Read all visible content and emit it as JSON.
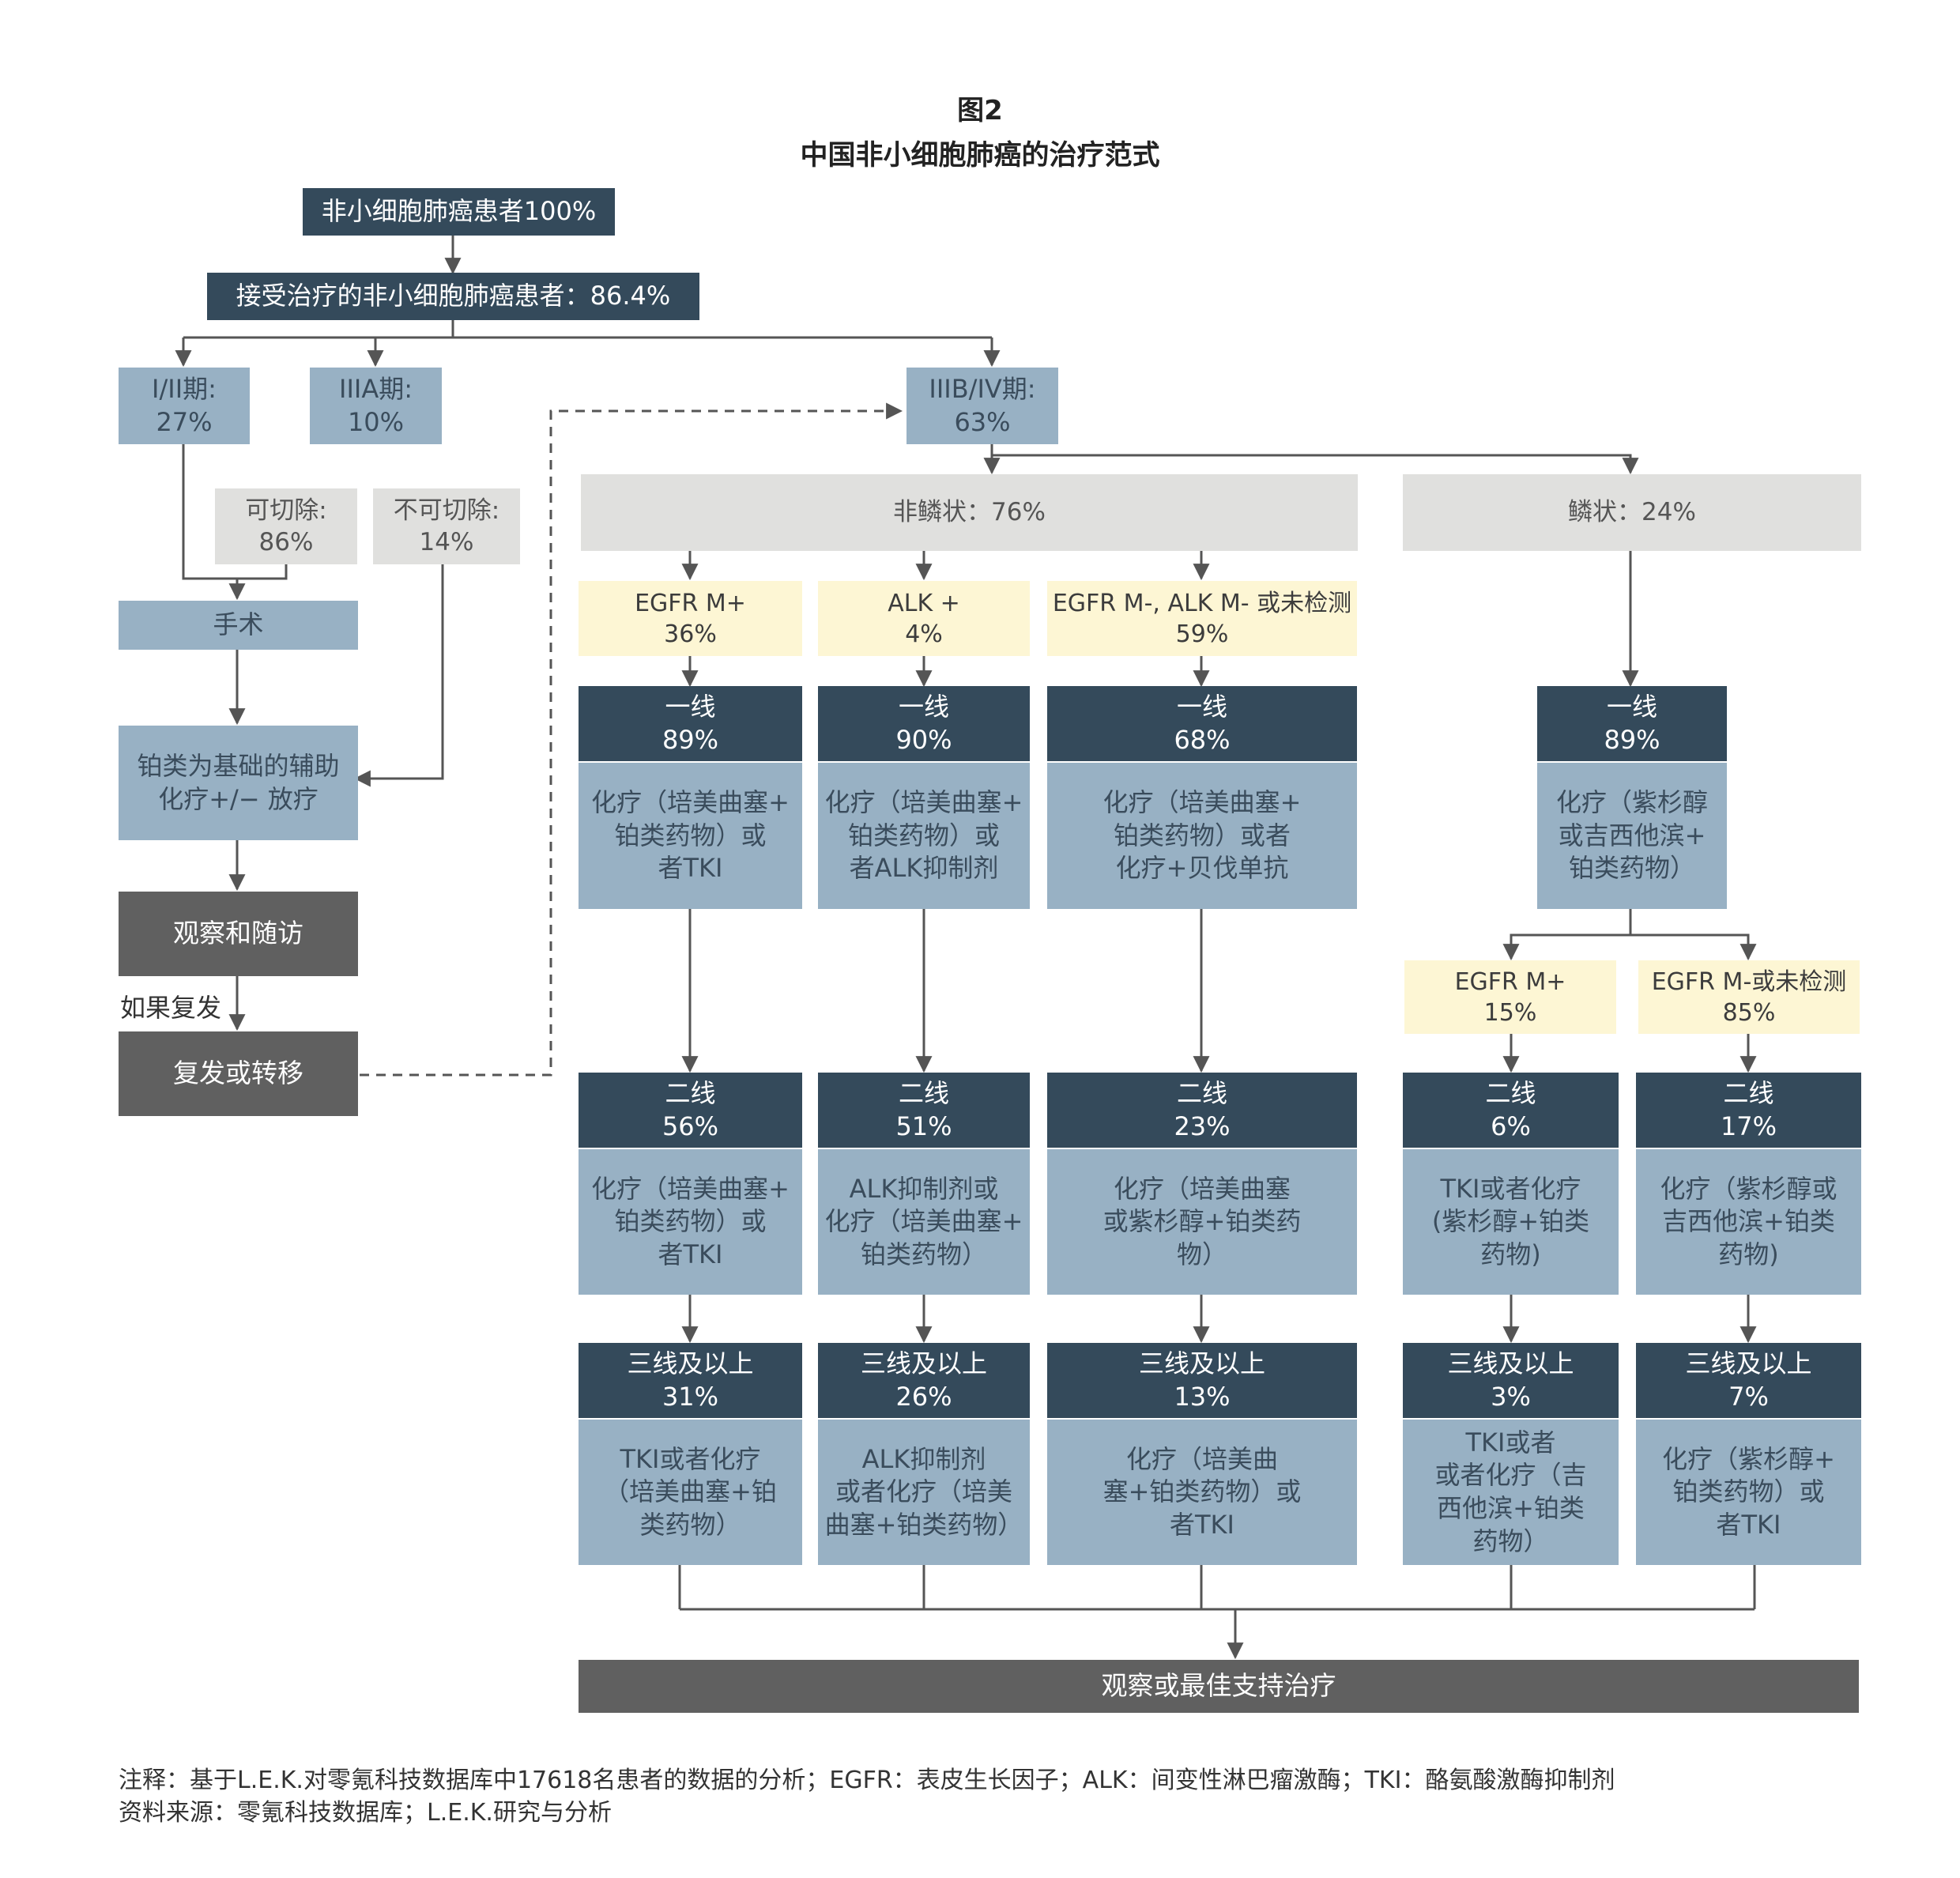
{
  "figure_label": "图2",
  "title": "中国非小细胞肺癌的治疗范式",
  "nodes": {
    "all": [
      "非小细胞肺癌患者100%"
    ],
    "treated": [
      "接受治疗的非小细胞肺癌患者：86.4%"
    ],
    "stage12": [
      "I/II期:",
      "27%"
    ],
    "stage3a": [
      "IIIA期:",
      "10%"
    ],
    "stage3b4": [
      "IIIB/IV期:",
      "63%"
    ],
    "resectable": [
      "可切除:",
      "86%"
    ],
    "unresectable": [
      "不可切除:",
      "14%"
    ],
    "surgery": [
      "手术"
    ],
    "adjuvant": [
      "铂类为基础的辅助",
      "化疗+/− 放疗"
    ],
    "observe_followup": [
      "观察和随访"
    ],
    "relapse": [
      "复发或转移"
    ],
    "nonsquamous": [
      "非鳞状：76%"
    ],
    "squamous": [
      "鳞状：24%"
    ],
    "egfr_pos": [
      "EGFR M+",
      "36%"
    ],
    "alk_pos": [
      "ALK +",
      "4%"
    ],
    "egfr_alk_neg": [
      "EGFR M-, ALK M- 或未检测",
      "59%"
    ],
    "l1_egfr_h": [
      "一线",
      "89%"
    ],
    "l1_alk_h": [
      "一线",
      "90%"
    ],
    "l1_neg_h": [
      "一线",
      "68%"
    ],
    "l1_sq_h": [
      "一线",
      "89%"
    ],
    "l1_egfr_t": [
      "化疗（培美曲塞+",
      "铂类药物）或",
      "者TKI"
    ],
    "l1_alk_t": [
      "化疗（培美曲塞+",
      "铂类药物）或",
      "者ALK抑制剂"
    ],
    "l1_neg_t": [
      "化疗（培美曲塞+",
      "铂类药物）或者",
      "化疗+贝伐单抗"
    ],
    "l1_sq_t": [
      "化疗（紫杉醇",
      "或吉西他滨+",
      "铂类药物）"
    ],
    "sq_egfr_pos": [
      "EGFR M+",
      "15%"
    ],
    "sq_egfr_neg": [
      "EGFR M-或未检测",
      "85%"
    ],
    "l2_egfr_h": [
      "二线",
      "56%"
    ],
    "l2_alk_h": [
      "二线",
      "51%"
    ],
    "l2_neg_h": [
      "二线",
      "23%"
    ],
    "l2_sqp_h": [
      "二线",
      "6%"
    ],
    "l2_sqn_h": [
      "二线",
      "17%"
    ],
    "l2_egfr_t": [
      "化疗（培美曲塞+",
      "铂类药物）或",
      "者TKI"
    ],
    "l2_alk_t": [
      "ALK抑制剂或",
      "化疗（培美曲塞+",
      "铂类药物）"
    ],
    "l2_neg_t": [
      "化疗（培美曲塞",
      "或紫杉醇+铂类药",
      "物）"
    ],
    "l2_sqp_t": [
      "TKI或者化疗",
      "(紫杉醇+铂类",
      "药物)"
    ],
    "l2_sqn_t": [
      "化疗（紫杉醇或",
      "吉西他滨+铂类",
      "药物)"
    ],
    "l3_egfr_h": [
      "三线及以上",
      "31%"
    ],
    "l3_alk_h": [
      "三线及以上",
      "26%"
    ],
    "l3_neg_h": [
      "三线及以上",
      "13%"
    ],
    "l3_sqp_h": [
      "三线及以上",
      "3%"
    ],
    "l3_sqn_h": [
      "三线及以上",
      "7%"
    ],
    "l3_egfr_t": [
      "TKI或者化疗",
      "（培美曲塞+铂",
      "类药物）"
    ],
    "l3_alk_t": [
      "ALK抑制剂",
      "或者化疗（培美",
      "曲塞+铂类药物）"
    ],
    "l3_neg_t": [
      "化疗（培美曲",
      "塞+铂类药物）或",
      "者TKI"
    ],
    "l3_sqp_t": [
      "TKI或者",
      "或者化疗（吉",
      "西他滨+铂类",
      "药物）"
    ],
    "l3_sqn_t": [
      "化疗（紫杉醇+",
      "铂类药物）或",
      "者TKI"
    ],
    "final": [
      "观察或最佳支持治疗"
    ]
  },
  "labels": {
    "if_relapse": "如果复发"
  },
  "notes": {
    "note": "注释：基于L.E.K.对零氪科技数据库中17618名患者的数据的分析；EGFR：表皮生长因子；ALK：间变性淋巴瘤激酶；TKI：酪氨酸激酶抑制剂",
    "source": "资料来源：零氪科技数据库；L.E.K.研究与分析"
  },
  "colors": {
    "navy": "#344a5b",
    "steel": "#98b1c4",
    "grey": "#e0e0de",
    "cream": "#fdf6d4",
    "dark": "#606060",
    "line": "#555555"
  }
}
